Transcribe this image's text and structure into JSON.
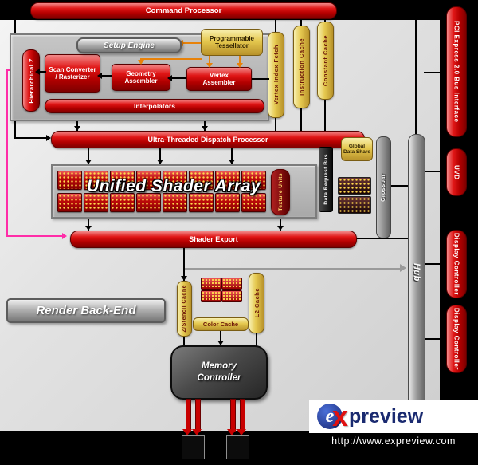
{
  "colors": {
    "block_red": "#c00000",
    "cache_yellow": "#e5c84f",
    "panel_gray": "#b8b8b8",
    "accent_pink": "#ff2da8",
    "accent_orange": "#e8820a",
    "logo_blue": "#1a2a70",
    "logo_red": "#e01010"
  },
  "blocks": {
    "command_processor": "Command Processor",
    "setup_engine": "Setup Engine",
    "programmable_tessellator": "Programmable Tessellator",
    "hierarchical_z": "Hierarchical Z",
    "scan_converter": "Scan Converter / Rasterizer",
    "geometry_assembler": "Geometry Assembler",
    "vertex_assembler": "Vertex Assembler",
    "interpolators": "Interpolators",
    "vertex_index_fetch": "Vertex Index Fetch",
    "instruction_cache": "Instruction Cache",
    "constant_cache": "Constant Cache",
    "ultra_threaded_dispatch_processor": "Ultra-Threaded Dispatch Processor",
    "data_request_bus": "Data Request Bus",
    "global_data_share": "Global Data Share",
    "crossbar": "Crossbar",
    "unified_shader_array": "Unified Shader Array",
    "texture_units": "Texture Units",
    "shader_export": "Shader Export",
    "render_back_end": "Render Back-End",
    "z_stencil_cache": "Z/Stencil Cache",
    "l2_cache": "L2 Cache",
    "color_cache": "Color Cache",
    "memory_controller": "Memory Controller",
    "pci_express_interface": "PCI Express 2.0 Bus Interface",
    "uvd": "UVD",
    "display_controller_1": "Display Controller",
    "display_controller_2": "Display Controller",
    "hub": "Hub"
  },
  "shader_array": {
    "rows": 2,
    "cols": 8
  },
  "rbe_blocks": 4,
  "texture_caches": 2,
  "memory_chips": 2,
  "logo": {
    "e": "e",
    "x": "x",
    "rest": "preview"
  },
  "footer": {
    "url": "http://www.expreview.com"
  }
}
